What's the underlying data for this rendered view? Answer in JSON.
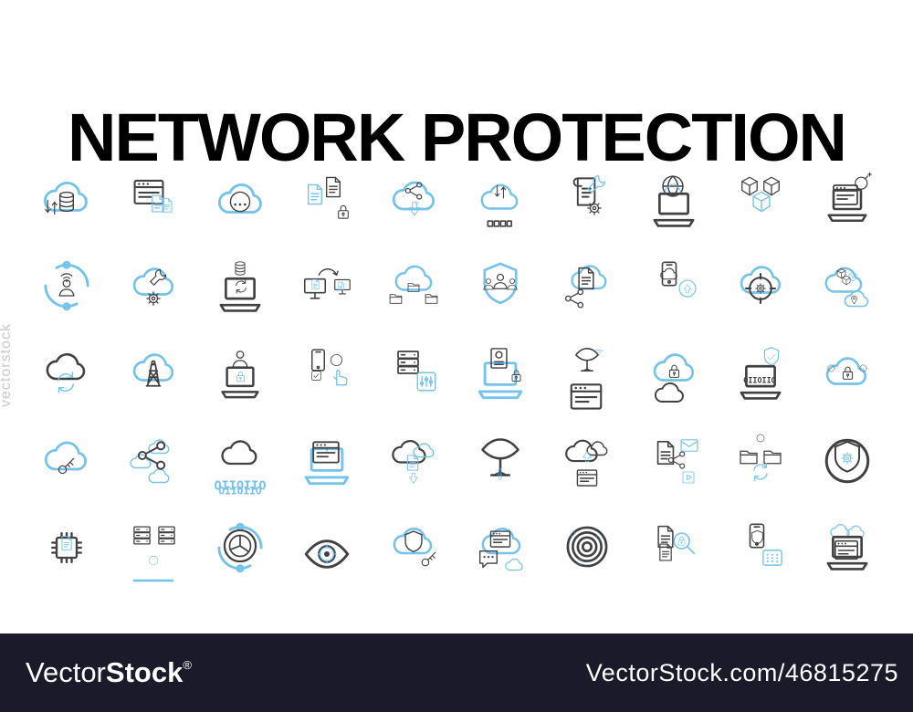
{
  "header": {
    "title": "NETWORK PROTECTION"
  },
  "watermark": {
    "side_text": "vectorstock",
    "brand_light": "Vector",
    "brand_bold": "Stock",
    "brand_reg": "®",
    "url": "VectorStock.com/46815275"
  },
  "colors": {
    "d": "#414042",
    "b": "#74c3ec",
    "bar_bg": "#1a1a2a",
    "side_gray": "#c9c9c9"
  },
  "icons": [
    {
      "n": "cloud-database-transfer",
      "p": [
        [
          "cloud",
          "b",
          4,
          4,
          54
        ],
        [
          "database",
          "d",
          19,
          22,
          26
        ],
        [
          "updown",
          "d",
          4,
          30,
          22
        ]
      ]
    },
    {
      "n": "firewall-documents",
      "p": [
        [
          "browser",
          "d",
          8,
          6,
          38
        ],
        [
          "doc",
          "b",
          26,
          26,
          22
        ],
        [
          "doc",
          "b",
          38,
          30,
          18
        ]
      ]
    },
    {
      "n": "cloud-password-pin",
      "p": [
        [
          "cloud",
          "b",
          5,
          6,
          54
        ],
        [
          "ring1",
          "d",
          19,
          22,
          26
        ],
        [
          "dots",
          "d",
          22,
          28,
          20
        ]
      ]
    },
    {
      "n": "document-transfer-lock",
      "p": [
        [
          "doc",
          "b",
          6,
          14,
          26
        ],
        [
          "doc",
          "d",
          26,
          6,
          26
        ],
        [
          "lock",
          "d",
          40,
          36,
          20
        ]
      ]
    },
    {
      "n": "cloud-share-download",
      "p": [
        [
          "cloud",
          "b",
          6,
          4,
          52
        ],
        [
          "share",
          "d",
          21,
          12,
          22
        ],
        [
          "arrowdown",
          "b",
          24,
          34,
          18
        ]
      ]
    },
    {
      "n": "cloud-data-exchange-circuit",
      "p": [
        [
          "cloud",
          "b",
          8,
          8,
          46
        ],
        [
          "updown",
          "d",
          22,
          14,
          20
        ],
        [
          "squares",
          "d",
          16,
          44,
          30
        ]
      ]
    },
    {
      "n": "document-maintenance",
      "p": [
        [
          "scroll",
          "d",
          10,
          6,
          36
        ],
        [
          "wrench",
          "b",
          30,
          4,
          24
        ],
        [
          "gear",
          "d",
          28,
          30,
          24
        ]
      ]
    },
    {
      "n": "laptop-global-network",
      "p": [
        [
          "globe",
          "d",
          17,
          4,
          28
        ],
        [
          "cloud",
          "b",
          21,
          12,
          20
        ],
        [
          "laptop",
          "d",
          7,
          20,
          50
        ]
      ]
    },
    {
      "n": "server-cubes",
      "p": [
        [
          "cube",
          "d",
          8,
          6,
          24
        ],
        [
          "cube",
          "d",
          32,
          6,
          24
        ],
        [
          "cube",
          "b",
          20,
          22,
          26
        ]
      ]
    },
    {
      "n": "browser-malware-bomb",
      "p": [
        [
          "laptop",
          "d",
          8,
          16,
          48
        ],
        [
          "browser",
          "d",
          14,
          12,
          32
        ],
        [
          "bomb",
          "d",
          38,
          2,
          22
        ]
      ]
    },
    {
      "n": "secure-user-orbit",
      "p": [
        [
          "orbit",
          "b",
          5,
          5,
          54
        ],
        [
          "wifi",
          "d",
          21,
          12,
          22
        ],
        [
          "person",
          "d",
          20,
          22,
          24
        ]
      ]
    },
    {
      "n": "cloud-repair",
      "p": [
        [
          "cloud",
          "b",
          7,
          4,
          50
        ],
        [
          "wrench",
          "d",
          26,
          12,
          22
        ],
        [
          "gear",
          "d",
          20,
          34,
          24
        ]
      ]
    },
    {
      "n": "laptop-backup-sync",
      "p": [
        [
          "database",
          "d",
          23,
          4,
          18
        ],
        [
          "laptop",
          "d",
          7,
          18,
          50
        ],
        [
          "sync",
          "d",
          24,
          24,
          18
        ]
      ]
    },
    {
      "n": "device-file-transfer",
      "p": [
        [
          "arctop",
          "d",
          20,
          4,
          26
        ],
        [
          "monitor",
          "d",
          4,
          20,
          30
        ],
        [
          "monitor",
          "d",
          38,
          22,
          22
        ],
        [
          "doc",
          "b",
          13,
          24,
          13
        ],
        [
          "doc",
          "b",
          42,
          27,
          11
        ]
      ]
    },
    {
      "n": "cloud-folder-network",
      "p": [
        [
          "cloud",
          "b",
          9,
          2,
          46
        ],
        [
          "folder",
          "d",
          24,
          26,
          16
        ],
        [
          "folder",
          "d",
          4,
          38,
          17
        ],
        [
          "folder",
          "d",
          43,
          38,
          17
        ]
      ]
    },
    {
      "n": "team-shield",
      "p": [
        [
          "shield",
          "b",
          7,
          4,
          50
        ],
        [
          "person",
          "d",
          11,
          22,
          16
        ],
        [
          "person",
          "d",
          37,
          22,
          16
        ],
        [
          "person",
          "d",
          21,
          16,
          22
        ]
      ]
    },
    {
      "n": "cloud-document-analysis",
      "p": [
        [
          "cloud",
          "b",
          12,
          2,
          44
        ],
        [
          "doc",
          "d",
          17,
          10,
          28
        ],
        [
          "share",
          "d",
          6,
          34,
          24
        ]
      ]
    },
    {
      "n": "mobile-cloud-upload",
      "p": [
        [
          "phone",
          "d",
          12,
          4,
          30
        ],
        [
          "cloud",
          "d",
          16,
          9,
          21
        ],
        [
          "ring1",
          "b",
          36,
          24,
          22
        ],
        [
          "arrowup",
          "b",
          41,
          29,
          12
        ]
      ]
    },
    {
      "n": "cloud-settings-target",
      "p": [
        [
          "cloud",
          "b",
          7,
          2,
          50
        ],
        [
          "crosshair",
          "d",
          13,
          16,
          38
        ],
        [
          "gear",
          "d",
          23,
          26,
          18
        ]
      ]
    },
    {
      "n": "cloud-assets-pin",
      "p": [
        [
          "cloud",
          "b",
          5,
          4,
          46
        ],
        [
          "cloud",
          "b",
          27,
          32,
          30
        ],
        [
          "cube",
          "d",
          19,
          12,
          13
        ],
        [
          "cube",
          "b",
          32,
          16,
          12
        ],
        [
          "cube",
          "d",
          25,
          20,
          12
        ],
        [
          "pin",
          "d",
          34,
          42,
          11
        ]
      ]
    },
    {
      "n": "cloud-sync-backup",
      "p": [
        [
          "cloud",
          "d",
          7,
          2,
          48
        ],
        [
          "sync",
          "b",
          17,
          28,
          28
        ]
      ]
    },
    {
      "n": "cloud-signal-tower",
      "p": [
        [
          "cloud",
          "b",
          7,
          2,
          50
        ],
        [
          "tower",
          "d",
          15,
          16,
          34
        ]
      ]
    },
    {
      "n": "hacker-attack",
      "p": [
        [
          "person",
          "d",
          20,
          4,
          24
        ],
        [
          "laptop",
          "d",
          9,
          20,
          46
        ],
        [
          "lock",
          "b",
          25,
          28,
          15
        ]
      ]
    },
    {
      "n": "mobile-task-approval",
      "p": [
        [
          "phone",
          "d",
          9,
          4,
          27
        ],
        [
          "checkbox",
          "d",
          14,
          28,
          13
        ],
        [
          "ring1",
          "d",
          35,
          10,
          15
        ],
        [
          "hand",
          "b",
          33,
          22,
          25
        ]
      ]
    },
    {
      "n": "server-configuration",
      "p": [
        [
          "server",
          "d",
          10,
          4,
          32
        ],
        [
          "sliders",
          "b",
          33,
          28,
          26
        ]
      ]
    },
    {
      "n": "identity-protection",
      "p": [
        [
          "laptop",
          "b",
          5,
          14,
          54
        ],
        [
          "idcard",
          "d",
          17,
          2,
          27
        ],
        [
          "lock",
          "d",
          41,
          26,
          17
        ]
      ]
    },
    {
      "n": "satellite-communication",
      "p": [
        [
          "dish",
          "d",
          17,
          2,
          30
        ],
        [
          "browser",
          "d",
          11,
          38,
          40
        ],
        [
          "wifi",
          "b",
          38,
          2,
          14
        ]
      ]
    },
    {
      "n": "cloud-lock",
      "p": [
        [
          "cloud",
          "b",
          7,
          2,
          50
        ],
        [
          "cloud",
          "d",
          9,
          36,
          36
        ],
        [
          "lock",
          "d",
          23,
          20,
          19
        ]
      ]
    },
    {
      "n": "secure-code-laptop",
      "p": [
        [
          "laptop",
          "d",
          7,
          18,
          50
        ],
        [
          "binary",
          "d",
          16,
          24,
          30
        ],
        [
          "shield",
          "b",
          33,
          2,
          22
        ],
        [
          "check",
          "b",
          38,
          8,
          12
        ]
      ]
    },
    {
      "n": "cloud-access-control",
      "p": [
        [
          "cloud",
          "b",
          6,
          6,
          50
        ],
        [
          "lock",
          "d",
          23,
          22,
          19
        ],
        [
          "ring1",
          "d",
          10,
          22,
          9
        ],
        [
          "ring1",
          "d",
          45,
          22,
          9
        ]
      ]
    },
    {
      "n": "cloud-key-access",
      "p": [
        [
          "cloud",
          "b",
          5,
          2,
          52
        ],
        [
          "key",
          "d",
          21,
          26,
          22
        ]
      ]
    },
    {
      "n": "cloud-network-share",
      "p": [
        [
          "cloud",
          "b",
          25,
          4,
          26
        ],
        [
          "cloud",
          "b",
          5,
          20,
          26
        ],
        [
          "cloud",
          "b",
          25,
          36,
          26
        ],
        [
          "share",
          "d",
          12,
          8,
          36
        ]
      ]
    },
    {
      "n": "cloud-binary-data",
      "p": [
        [
          "cloud",
          "d",
          9,
          2,
          44
        ],
        [
          "binary",
          "b",
          8,
          34,
          48
        ],
        [
          "binary",
          "b",
          12,
          44,
          40
        ]
      ]
    },
    {
      "n": "browser-alert",
      "p": [
        [
          "laptop",
          "b",
          5,
          12,
          54
        ],
        [
          "browser",
          "d",
          14,
          6,
          34
        ],
        [
          "excl",
          "d",
          27,
          16,
          10
        ]
      ]
    },
    {
      "n": "cloud-document-download",
      "p": [
        [
          "cloud",
          "d",
          6,
          2,
          42
        ],
        [
          "cloud",
          "b",
          30,
          8,
          26
        ],
        [
          "doc",
          "b",
          21,
          24,
          20
        ],
        [
          "arrowdown",
          "b",
          25,
          44,
          14
        ]
      ]
    },
    {
      "n": "antenna-receiver",
      "p": [
        [
          "dish",
          "d",
          8,
          4,
          48
        ],
        [
          "bar",
          "b",
          25,
          40,
          13
        ]
      ]
    },
    {
      "n": "cloud-upload-archive",
      "p": [
        [
          "cloud",
          "d",
          6,
          2,
          40
        ],
        [
          "cloud",
          "d",
          30,
          6,
          26
        ],
        [
          "arrowup",
          "b",
          25,
          20,
          14
        ],
        [
          "browser",
          "d",
          19,
          38,
          26
        ]
      ]
    },
    {
      "n": "content-distribution",
      "p": [
        [
          "doc",
          "d",
          8,
          8,
          30
        ],
        [
          "share",
          "d",
          24,
          20,
          22
        ],
        [
          "envelope",
          "b",
          38,
          4,
          22
        ],
        [
          "play",
          "b",
          40,
          42,
          16
        ]
      ]
    },
    {
      "n": "folder-sync-network",
      "p": [
        [
          "ring1",
          "d",
          27,
          2,
          10
        ],
        [
          "folder",
          "d",
          7,
          16,
          24
        ],
        [
          "folder",
          "d",
          33,
          16,
          24
        ],
        [
          "sync",
          "b",
          20,
          32,
          24
        ]
      ]
    },
    {
      "n": "security-shield-settings",
      "p": [
        [
          "ring1",
          "d",
          4,
          4,
          56
        ],
        [
          "shield",
          "d",
          13,
          8,
          38
        ],
        [
          "gear",
          "b",
          22,
          19,
          20
        ]
      ]
    },
    {
      "n": "processor-security",
      "p": [
        [
          "chip",
          "d",
          10,
          10,
          44
        ],
        [
          "doc",
          "b",
          23,
          18,
          18
        ]
      ]
    },
    {
      "n": "server-network",
      "p": [
        [
          "server",
          "d",
          7,
          6,
          25
        ],
        [
          "server",
          "d",
          34,
          6,
          25
        ],
        [
          "hline",
          "b",
          8,
          44,
          48
        ],
        [
          "ring1",
          "b",
          26,
          40,
          12
        ]
      ]
    },
    {
      "n": "radar-analysis",
      "p": [
        [
          "orbit",
          "b",
          5,
          5,
          54
        ],
        [
          "ring1",
          "d",
          11,
          9,
          42
        ],
        [
          "pie",
          "d",
          16,
          14,
          32
        ]
      ]
    },
    {
      "n": "network-surveillance-eye",
      "p": [
        [
          "eye",
          "d",
          5,
          12,
          54
        ],
        [
          "crosshair",
          "b",
          20,
          27,
          24
        ]
      ]
    },
    {
      "n": "cloud-secure-key",
      "p": [
        [
          "cloud",
          "b",
          7,
          2,
          48
        ],
        [
          "shield",
          "d",
          19,
          12,
          26
        ],
        [
          "key",
          "d",
          39,
          34,
          20
        ]
      ]
    },
    {
      "n": "cloud-code-chat",
      "p": [
        [
          "cloud",
          "b",
          9,
          2,
          48
        ],
        [
          "browser",
          "d",
          19,
          10,
          26
        ],
        [
          "chat",
          "d",
          6,
          32,
          26
        ],
        [
          "cloud",
          "b",
          36,
          40,
          22
        ]
      ]
    },
    {
      "n": "network-orbit-rings",
      "p": [
        [
          "rings",
          "d",
          7,
          6,
          50
        ],
        [
          "ring1",
          "b",
          13,
          13,
          7
        ],
        [
          "ring1",
          "b",
          42,
          17,
          7
        ],
        [
          "ring1",
          "b",
          21,
          44,
          7
        ]
      ]
    },
    {
      "n": "file-security-scan",
      "p": [
        [
          "doc",
          "d",
          9,
          6,
          28
        ],
        [
          "doc",
          "d",
          12,
          26,
          22
        ],
        [
          "magnifier",
          "b",
          28,
          12,
          30
        ],
        [
          "lock",
          "b",
          34,
          18,
          13
        ]
      ]
    },
    {
      "n": "mobile-security-pin",
      "p": [
        [
          "phone",
          "d",
          13,
          4,
          30
        ],
        [
          "shield",
          "d",
          20,
          12,
          17
        ],
        [
          "keypad",
          "b",
          32,
          30,
          26
        ]
      ]
    },
    {
      "n": "secure-browser-cloud",
      "p": [
        [
          "cloud",
          "b",
          12,
          2,
          24
        ],
        [
          "cloud",
          "b",
          30,
          4,
          22
        ],
        [
          "laptop",
          "d",
          7,
          14,
          50
        ],
        [
          "browser",
          "d",
          16,
          20,
          30
        ]
      ]
    }
  ]
}
